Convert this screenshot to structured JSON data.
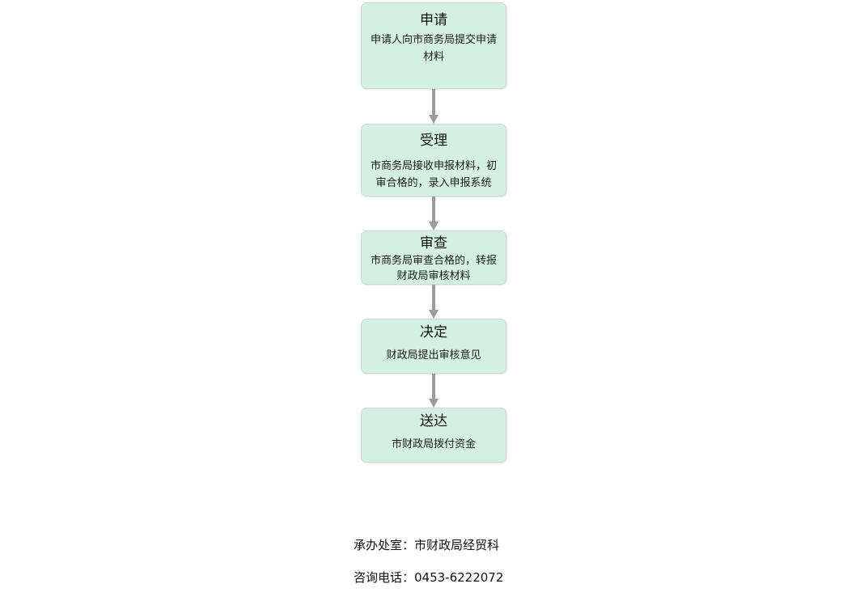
{
  "diagram": {
    "type": "flowchart",
    "orientation": "vertical-top-to-bottom",
    "node_fill_color": "#d4f0e2",
    "node_border_color": "#cfd8d4",
    "connector_color": "#9b9b9b",
    "background_color": "#ffffff",
    "nodes": [
      {
        "title": "申请",
        "description": "申请人向市商务局提交申请材料"
      },
      {
        "title": "受理",
        "description": "市商务局接收申报材料，初审合格的，录入申报系统"
      },
      {
        "title": "审查",
        "description": "市商务局审查合格的，转报财政局审核材料"
      },
      {
        "title": "决定",
        "description": "财政局提出审核意见"
      },
      {
        "title": "送达",
        "description": "市财政局拨付资金"
      }
    ],
    "connectors": [
      {
        "from": "申请",
        "to": "受理"
      },
      {
        "from": "受理",
        "to": "审查"
      },
      {
        "from": "审查",
        "to": "决定"
      },
      {
        "from": "决定",
        "to": "送达"
      }
    ]
  },
  "footer": {
    "lines": [
      "承办处室：市财政局经贸科",
      "咨询电话：0453-6222072"
    ]
  }
}
